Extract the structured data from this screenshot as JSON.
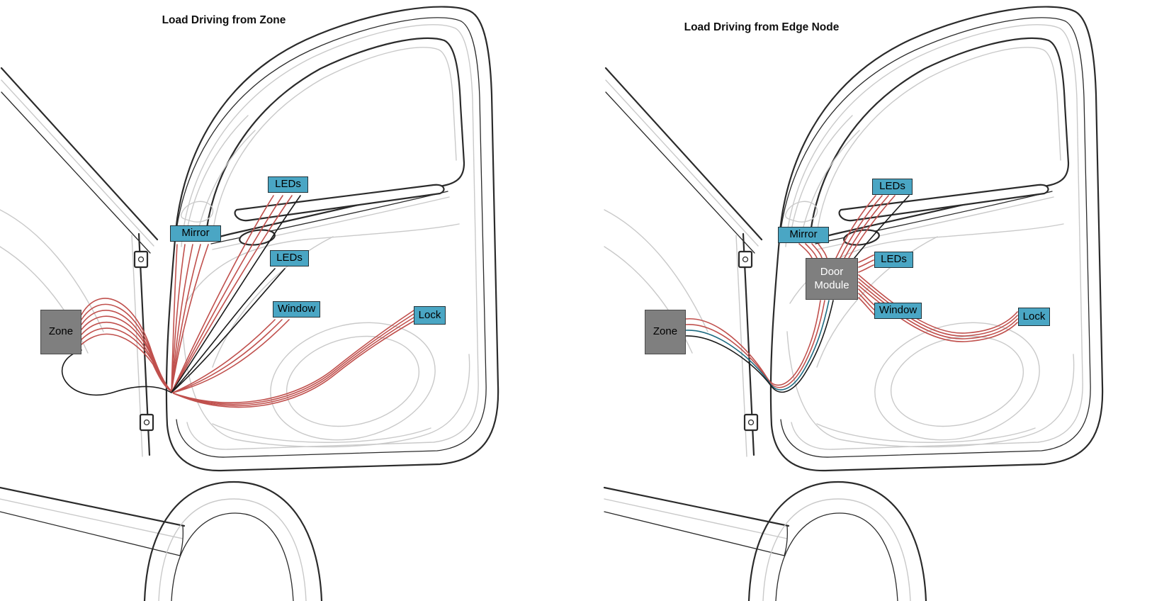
{
  "diagram": {
    "panels": [
      {
        "title": "Load Driving from Zone",
        "nodes": [
          {
            "label": "Zone"
          },
          {
            "label": "Mirror"
          },
          {
            "label": "LEDs"
          },
          {
            "label": "LEDs"
          },
          {
            "label": "Window"
          },
          {
            "label": "Lock"
          }
        ]
      },
      {
        "title": "Load Driving from Edge Node",
        "nodes": [
          {
            "label": "Zone"
          },
          {
            "label": "Door Module"
          },
          {
            "label": "Mirror"
          },
          {
            "label": "LEDs"
          },
          {
            "label": "LEDs"
          },
          {
            "label": "Window"
          },
          {
            "label": "Lock"
          }
        ]
      }
    ],
    "colors": {
      "load_box_fill": "#4aa6c4",
      "ecu_box_fill": "#7f7f7f",
      "wire_red": "#c0504d",
      "wire_black": "#1a1a1a",
      "wire_teal": "#1d6a80",
      "outline_dark": "#2b2b2b",
      "outline_light": "#c9c9c9"
    }
  }
}
